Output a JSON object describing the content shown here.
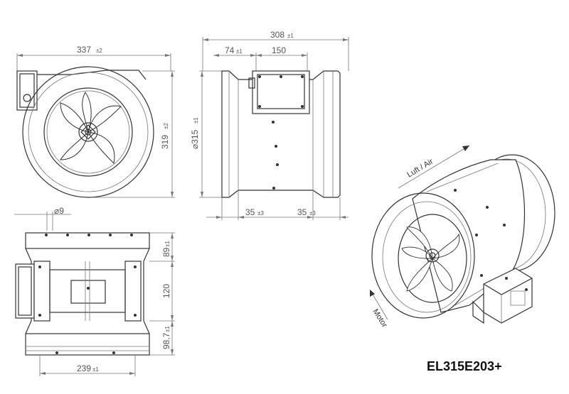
{
  "model": "EL315E203+",
  "front_view": {
    "width": "337",
    "width_tol": "±2",
    "height": "319",
    "height_tol": "±2"
  },
  "side_view": {
    "total": "308",
    "total_tol": "±1",
    "offset": "74",
    "offset_tol": "±1",
    "box": "150",
    "diameter": "⌀315",
    "diameter_tol": "±1",
    "left_flange": "35",
    "left_flange_tol": "±3",
    "right_flange": "35",
    "right_flange_tol": "±3"
  },
  "bottom_view": {
    "hole": "⌀9",
    "width": "239",
    "width_tol": "±1",
    "h1": "89",
    "h1_tol": "±1",
    "h2": "120",
    "h3": "98,7",
    "h3_tol": "±1"
  },
  "iso_view": {
    "airflow": "Luft / Air",
    "motor": "Motor"
  }
}
